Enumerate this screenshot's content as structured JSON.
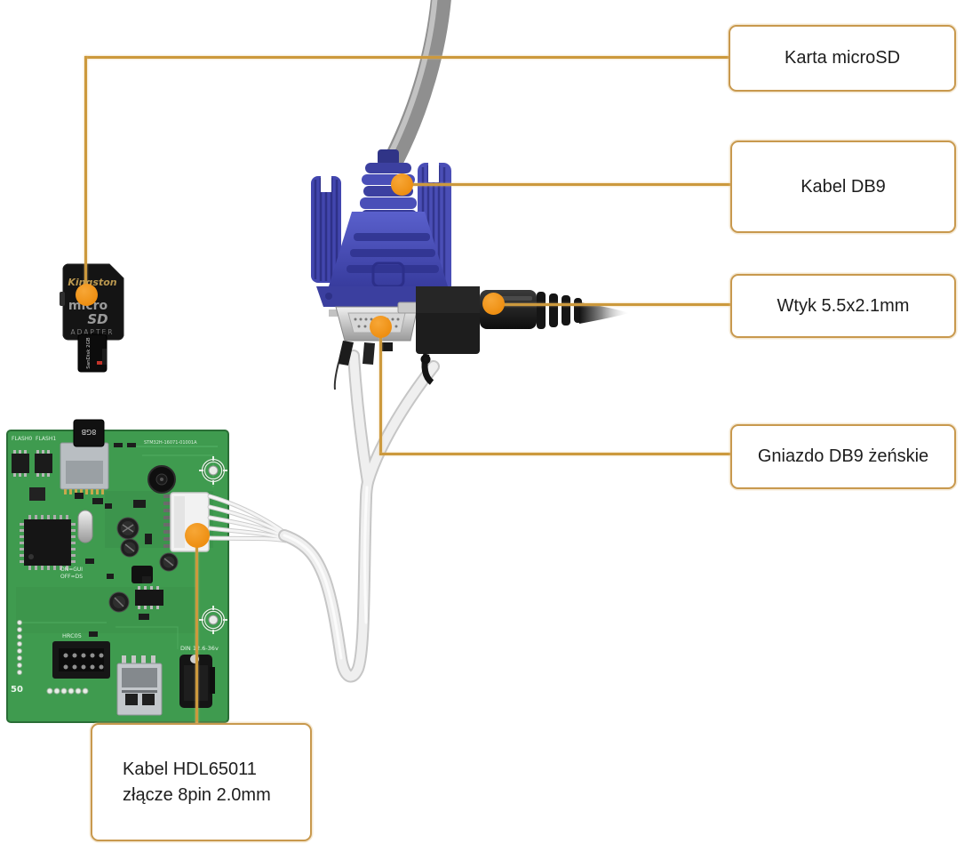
{
  "colors": {
    "leader_line": "#CC993D",
    "callout_dot": "#EE8F12",
    "box_border": "#C8994E",
    "box_background": "#FFFFFF",
    "label_text": "#1D1D1D",
    "pcb_green": "#3F9B4F",
    "vga_blue": "#4A4FB8"
  },
  "labels": {
    "karta_microsd": "Karta microSD",
    "kabel_db9": "Kabel DB9",
    "wtyk": "Wtyk 5.5x2.1mm",
    "gniazdo_db9": "Gniazdo DB9 żeńskie",
    "kabel_hdl_line1": "Kabel HDL65011",
    "kabel_hdl_line2": "złącze 8pin 2.0mm"
  },
  "photo": {
    "microsd_adapter": {
      "brand": "Kingston",
      "logo_top": "micro",
      "logo_bottom": "SD",
      "type_label": "ADAPTER",
      "inserted_card": "SanDisk 2GB"
    },
    "pcb": {
      "sd_card_capacity": "8GB",
      "silk_flash0": "FLASH0",
      "silk_flash1": "FLASH1",
      "silk_header": "HRC05",
      "silk_power": "DIN 12.6-36v",
      "silk_number": "50",
      "silk_jumper_line1": "ON=GUI",
      "silk_jumper_line2": "OFF=DS",
      "silk_serial": "STM32H-16071-01001A"
    }
  }
}
